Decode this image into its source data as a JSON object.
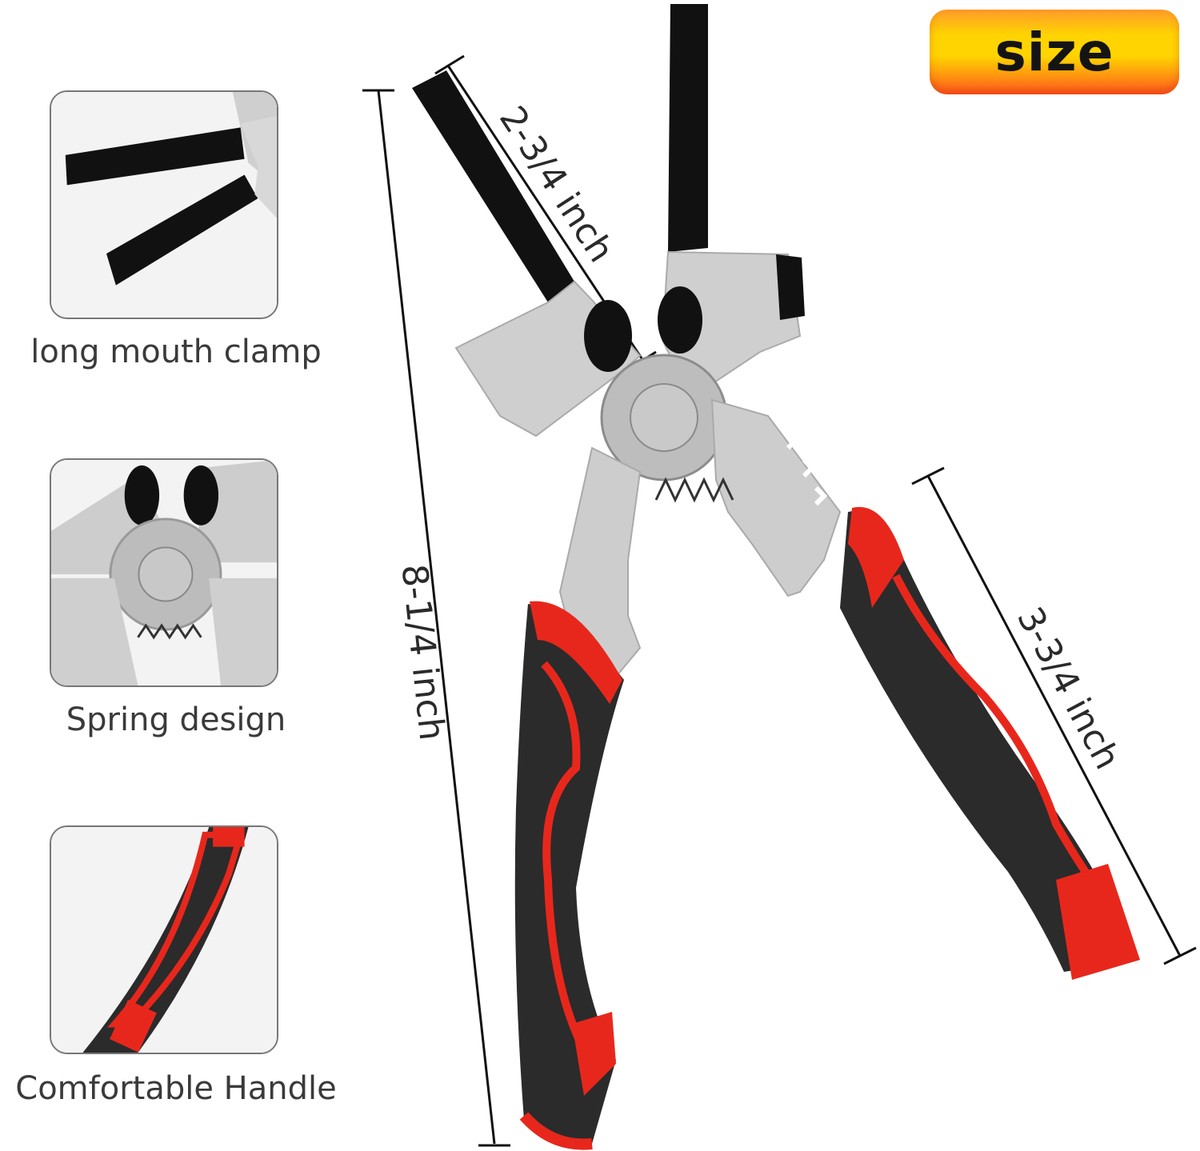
{
  "badge": {
    "label": "size"
  },
  "features": [
    {
      "caption": "long mouth clamp",
      "icon": "jaw-closeup"
    },
    {
      "caption": "Spring design",
      "icon": "spring-closeup"
    },
    {
      "caption": "Comfortable Handle",
      "icon": "handle-closeup"
    }
  ],
  "dimensions": {
    "jaw_length": "2-3/4 inch",
    "total_length": "8-1/4 inch",
    "handle_length": "3-3/4 inch"
  },
  "colors": {
    "handle_red": "#e8271c",
    "handle_black": "#2b2b2b",
    "steel": "#c9c9c9",
    "jaw_black": "#111111"
  }
}
